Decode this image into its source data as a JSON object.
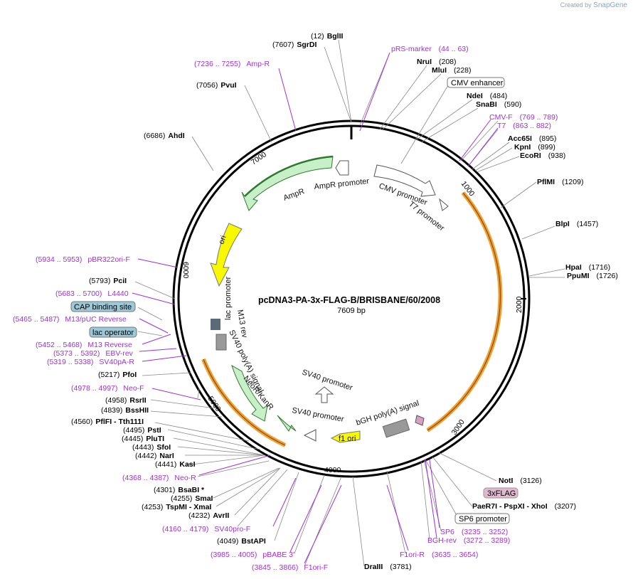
{
  "watermark": {
    "prefix": "Created by",
    "brand": "SnapGene"
  },
  "plasmid": {
    "name": "pcDNA3-PA-3x-FLAG-B/BRISBANE/60/2008",
    "length": "7609 bp"
  },
  "ticks": [
    "1000",
    "2000",
    "3000",
    "4000",
    "5000",
    "6000",
    "7000"
  ],
  "enzymes": [
    {
      "pos": "(12)",
      "name": "BglII"
    },
    {
      "pos": "(7607)",
      "name": "SgrDI"
    },
    {
      "pos": "(208)",
      "name": "NruI"
    },
    {
      "pos": "(228)",
      "name": "MluI"
    },
    {
      "pos": "(484)",
      "name": "NdeI"
    },
    {
      "pos": "(590)",
      "name": "SnaBI"
    },
    {
      "pos": "(895)",
      "name": "Acc65I"
    },
    {
      "pos": "(899)",
      "name": "KpnI"
    },
    {
      "pos": "(938)",
      "name": "EcoRI"
    },
    {
      "pos": "(1209)",
      "name": "PflMI"
    },
    {
      "pos": "(1457)",
      "name": "BlpI"
    },
    {
      "pos": "(1716)",
      "name": "HpaI"
    },
    {
      "pos": "(1726)",
      "name": "PpuMI"
    },
    {
      "pos": "(3126)",
      "name": "NotI"
    },
    {
      "pos": "(3207)",
      "name": "PaeR7I  - PspXI  - XhoI"
    },
    {
      "pos": "(3781)",
      "name": "DraIII"
    },
    {
      "pos": "(4049)",
      "name": "BstAPI"
    },
    {
      "pos": "(4232)",
      "name": "AvrII"
    },
    {
      "pos": "(4253)",
      "name": "TspMI  - XmaI"
    },
    {
      "pos": "(4255)",
      "name": "SmaI"
    },
    {
      "pos": "(4301)",
      "name": "BsaBI *"
    },
    {
      "pos": "(4441)",
      "name": "KasI"
    },
    {
      "pos": "(4442)",
      "name": "NarI"
    },
    {
      "pos": "(4443)",
      "name": "SfoI"
    },
    {
      "pos": "(4445)",
      "name": "PluTI"
    },
    {
      "pos": "(4495)",
      "name": "PstI"
    },
    {
      "pos": "(4560)",
      "name": "PflFI  - Tth111I"
    },
    {
      "pos": "(4839)",
      "name": "BssHII"
    },
    {
      "pos": "(4958)",
      "name": "RsrII"
    },
    {
      "pos": "(5217)",
      "name": "PfoI"
    },
    {
      "pos": "(5793)",
      "name": "PciI"
    },
    {
      "pos": "(6686)",
      "name": "AhdI"
    },
    {
      "pos": "(7056)",
      "name": "PvuI"
    }
  ],
  "primers": [
    {
      "name": "pRS-marker",
      "range": "(44 .. 63)"
    },
    {
      "name": "CMV-F",
      "range": "(769 .. 789)"
    },
    {
      "name": "T7",
      "range": "(863 .. 882)"
    },
    {
      "name": "SP6",
      "range": "(3235 .. 3252)"
    },
    {
      "name": "BGH-rev",
      "range": "(3272 .. 3289)"
    },
    {
      "name": "F1ori-R",
      "range": "(3635 .. 3654)"
    },
    {
      "name": "F1ori-F",
      "range": "(3845 .. 3866)"
    },
    {
      "name": "pBABE 3'",
      "range": "(3985 .. 4005)"
    },
    {
      "name": "SV40pro-F",
      "range": "(4160 .. 4179)"
    },
    {
      "name": "Neo-R",
      "range": "(4368 .. 4387)"
    },
    {
      "name": "Neo-F",
      "range": "(4978 .. 4997)"
    },
    {
      "name": "SV40pA-R",
      "range": "(5319 .. 5338)"
    },
    {
      "name": "EBV-rev",
      "range": "(5373 .. 5392)"
    },
    {
      "name": "M13 Reverse",
      "range": "(5452 .. 5468)"
    },
    {
      "name": "M13/pUC Reverse",
      "range": "(5465 .. 5487)"
    },
    {
      "name": "L4440",
      "range": "(5683 .. 5700)"
    },
    {
      "name": "pBR322ori-F",
      "range": "(5934 .. 5953)"
    },
    {
      "name": "Amp-R",
      "range": "(7236 .. 7255)"
    }
  ],
  "boxed_labels": {
    "cmv_enhancer": "CMV enhancer",
    "threexflag": "3xFLAG",
    "sp6_promoter": "SP6 promoter",
    "cap_binding_site": "CAP binding site",
    "lac_operator": "lac operator"
  },
  "features": {
    "cmv_promoter": "CMV promoter",
    "t7_promoter": "T7 promoter",
    "ampr": "AmpR",
    "ampr_promoter": "AmpR promoter",
    "ori": "ori",
    "lac_promoter": "lac promoter",
    "m13_rev": "M13 rev",
    "sv40_polya": "SV40 poly(A) signal",
    "neo_kan": "NeoR/KanR",
    "sv40_promoter_a": "SV40 promoter",
    "sv40_promoter_b": "SV40 promoter",
    "f1_ori": "f1 ori",
    "bgh_polya": "bGH poly(A) signal"
  },
  "colors": {
    "pa_insert": "#f0a030",
    "ampr_fill": "#c8f0c8",
    "ori_fill": "#f8f800",
    "primer": "#a030d8",
    "cap_box": "#9cc8d8",
    "flag_box": "#e0b8d0"
  }
}
